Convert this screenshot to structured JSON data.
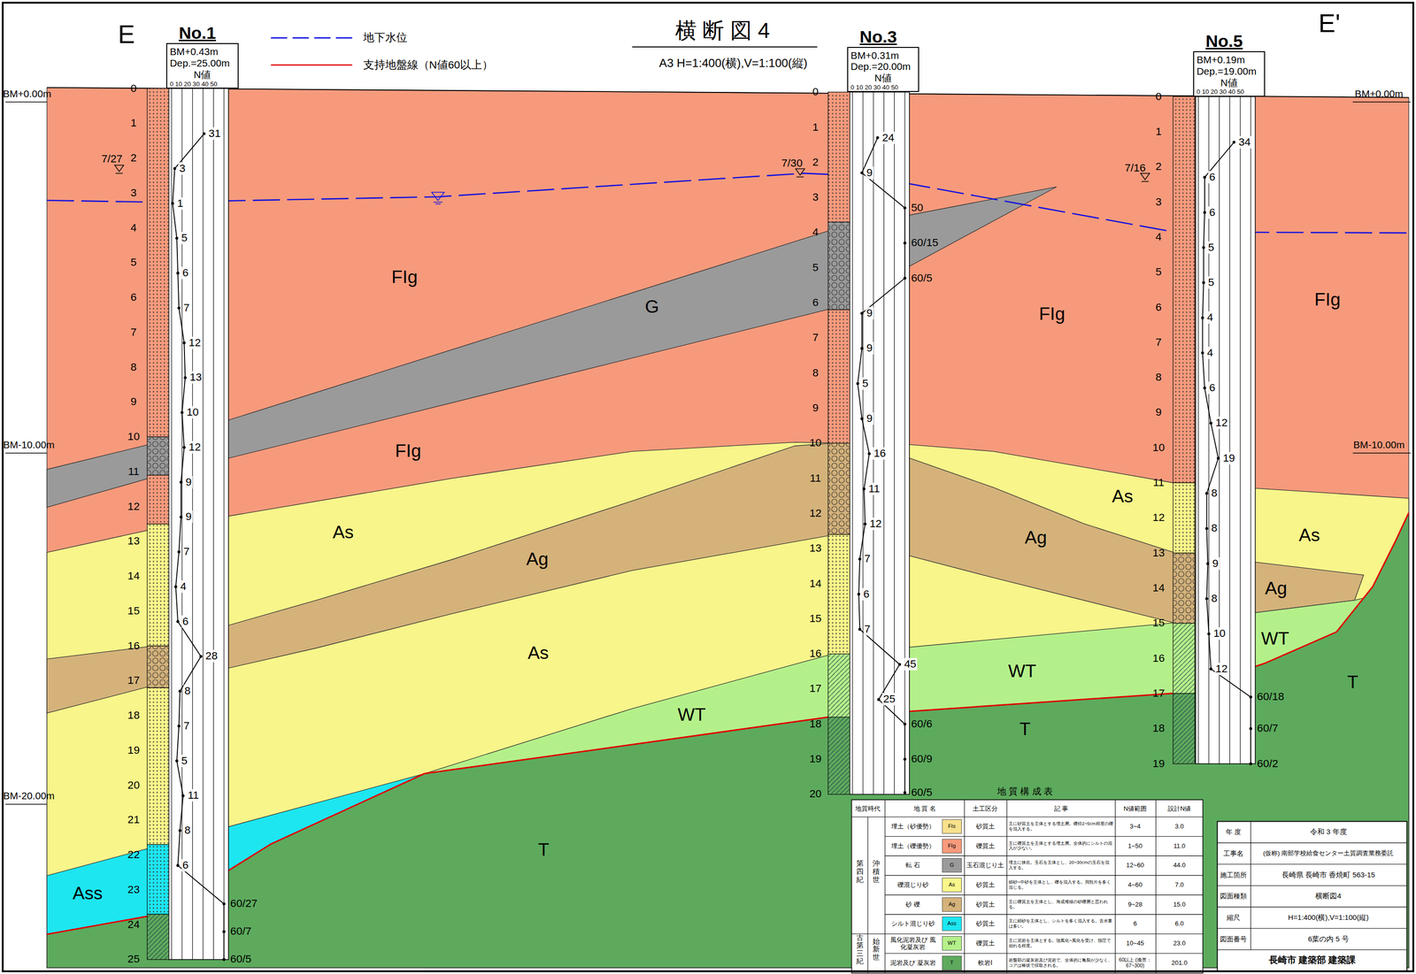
{
  "diagram": {
    "title": "横 断 図 4",
    "nodes": [
      {
        "text": [
          "No.1",
          "BM+0.43m Dep.=25.00m",
          "N値",
          "0 10 20 30 40 50"
        ]
      },
      {
        "text": [
          "No.3",
          "BM+0.31m Dep.=20.00m",
          "N値",
          "0 10 20 30 40 50"
        ]
      },
      {
        "text": [
          "No.5",
          "BM+0.19m Dep.=19.00m",
          "N値",
          "0 10 20 30 40 50"
        ]
      }
    ],
    "labels": [
      "E",
      "E'",
      "A3 H=1:400(横),V=1:100(縦)",
      "BM+0.00m",
      "BM+0.00m",
      "BM-10.00m",
      "BM-10.00m",
      "BM-20.00m",
      "7/27",
      "7/30",
      "7/16",
      "0",
      "1",
      "2",
      "3",
      "4",
      "5",
      "6",
      "7",
      "8",
      "9",
      "10",
      "11",
      "12",
      "13",
      "14",
      "15",
      "16",
      "17",
      "18",
      "19",
      "20",
      "21",
      "22",
      "23",
      "24",
      "25",
      "0",
      "1",
      "2",
      "3",
      "4",
      "5",
      "6",
      "7",
      "8",
      "9",
      "10",
      "11",
      "12",
      "13",
      "14",
      "15",
      "16",
      "17",
      "18",
      "19",
      "20",
      "0",
      "1",
      "2",
      "3",
      "4",
      "5",
      "6",
      "7",
      "8",
      "9",
      "10",
      "11",
      "12",
      "13",
      "14",
      "15",
      "16",
      "17",
      "18",
      "19",
      "31",
      "3",
      "1",
      "5",
      "6",
      "7",
      "12",
      "13",
      "10",
      "12",
      "9",
      "9",
      "7",
      "4",
      "6",
      "28",
      "8",
      "7",
      "5",
      "11",
      "8",
      "6",
      "60/27",
      "60/7",
      "60/5",
      "24",
      "9",
      "50",
      "60/15",
      "60/5",
      "9",
      "9",
      "5",
      "9",
      "16",
      "11",
      "12",
      "7",
      "6",
      "7",
      "45",
      "25",
      "60/6",
      "60/9",
      "60/5",
      "34",
      "6",
      "6",
      "5",
      "5",
      "4",
      "4",
      "6",
      "12",
      "19",
      "8",
      "8",
      "9",
      "8",
      "10",
      "12",
      "60/18",
      "60/7",
      "60/2",
      "FIg",
      "G",
      "FIg",
      "FIg",
      "FIg",
      "As",
      "Ag",
      "As",
      "As",
      "Ag",
      "As",
      "Ag",
      "WT",
      "WT",
      "WT",
      "T",
      "T",
      "T",
      "Ass",
      "地 質 構 成 表",
      "地質時代",
      "地 質 名",
      "土工区分",
      "記 事",
      "N値範囲",
      "設計N値",
      "第四紀",
      "沖積世",
      "古第三紀",
      "始新世",
      "埋土（砂優勢）",
      "砂質土",
      "主に砂質土を主体とする埋土層。礫径2~5cm程度の礫を混入する。",
      "3~4",
      "3.0",
      "埋土（礫優勢）",
      "礫質土",
      "主に礫質土を主体とする埋土層。全体的にシルトの混入が少ない。",
      "1~50",
      "11.0",
      "転 石",
      "玉石混じり土",
      "埋土に挟在。玉石を主体とし、20~30cmの玉石を混入する。",
      "12~60",
      "44.0",
      "礫混じり砂",
      "砂質土",
      "細砂~中砂を主体とし、礫を混入する。貝殻片を多く混じる。",
      "4~60",
      "7.0",
      "砂 礫",
      "砂質土",
      "主に礫質土を主体とし、海成堆積の砂礫層と思われる。",
      "9~28",
      "15.0",
      "シルト混じり砂",
      "砂質土",
      "主に細砂を主体とし、シルトを多く混入する。含水量は多い。",
      "6",
      "6.0",
      "風化泥岩及び 風化凝灰岩",
      "礫質土",
      "主に泥岩を主体とする。強風化~風化を受け、指圧で崩れる程度。",
      "10~45",
      "23.0",
      "泥岩及び 凝灰岩",
      "軟岩Ⅰ",
      "岩盤部の凝灰岩及び泥岩で、全体的に亀裂が少なく、コアは棒状で採取される。",
      "60以上 (換算：67~300)",
      "201.0",
      "年 度",
      "令和 3 年度",
      "工事名",
      "(仮称) 南部学校給食センター土質調査業務委託",
      "施工箇所",
      "長崎県 長崎市 香焼町 563-15",
      "図面種類",
      "横断図4",
      "縮尺",
      "H=1:400(横),V=1:100(縦)",
      "図面番号",
      "6葉の内 5 号",
      "長崎市 建築部 建築課"
    ],
    "legend": [
      {
        "text": "地下水位"
      },
      {
        "text": "支持地盤線（N値60以上）"
      },
      {
        "text": "FIs",
        "color": "#f7e08c"
      },
      {
        "text": "FIg",
        "color": "#f79a7c"
      },
      {
        "text": "G",
        "color": "#9a9a9a"
      },
      {
        "text": "As",
        "color": "#f8f58a"
      },
      {
        "text": "Ag",
        "color": "#d4b27a"
      },
      {
        "text": "Ass",
        "color": "#1de6f0"
      },
      {
        "text": "WT",
        "color": "#b4f08a"
      },
      {
        "text": "T",
        "color": "#5daa5d"
      }
    ]
  }
}
